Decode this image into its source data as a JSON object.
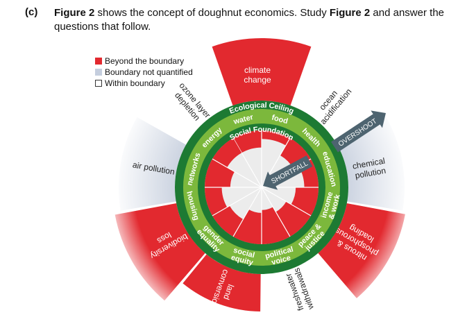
{
  "question": {
    "number": "(c)",
    "part1_bold": "Figure 2",
    "part2": " shows the concept of doughnut economics.  Study ",
    "part3_bold": "Figure 2",
    "part4": " and answer the questions that follow."
  },
  "legend": [
    {
      "label": "Beyond the boundary",
      "color": "#e2292f",
      "border": "#e2292f"
    },
    {
      "label": "Boundary not quantified",
      "color": "#c5cede",
      "border": "#c5cede"
    },
    {
      "label": "Within boundary",
      "color": "#ffffff",
      "border": "#333333"
    }
  ],
  "diagram": {
    "ecological_ceiling_label": "Ecological Ceiling",
    "social_foundation_label": "Social Foundation",
    "overshoot_label": "OVERSHOOT",
    "shortfall_label": "SHORTFALL",
    "colors": {
      "red": "#e2292f",
      "grey": "#c9d1df",
      "dark_green": "#1d7a33",
      "light_green": "#7cb83c",
      "arrow": "#4e6470",
      "inner": "#ececec"
    },
    "planetary_boundaries": [
      {
        "lines": [
          "climate",
          "change"
        ],
        "status": "beyond",
        "overshoot": 1.0
      },
      {
        "lines": [
          "ocean",
          "acidification"
        ],
        "status": "within",
        "overshoot": 0
      },
      {
        "lines": [
          "chemical",
          "pollution"
        ],
        "status": "not_quantified",
        "overshoot": 0.9
      },
      {
        "lines": [
          "nitrous &",
          "phosphorous",
          "loading"
        ],
        "status": "beyond",
        "overshoot": 0.95
      },
      {
        "lines": [
          "freshwater",
          "withdrawals"
        ],
        "status": "within",
        "overshoot": 0
      },
      {
        "lines": [
          "land",
          "conversion"
        ],
        "status": "beyond",
        "overshoot": 0.6
      },
      {
        "lines": [
          "biodiversity",
          "loss"
        ],
        "status": "beyond",
        "overshoot": 1.0
      },
      {
        "lines": [
          "air pollution"
        ],
        "status": "not_quantified",
        "overshoot": 0.9
      },
      {
        "lines": [
          "ozone layer",
          "depletion"
        ],
        "status": "within",
        "overshoot": 0
      }
    ],
    "social_foundation": [
      {
        "lines": [
          "water"
        ],
        "shortfall": 0.3
      },
      {
        "lines": [
          "food"
        ],
        "shortfall": 0.15
      },
      {
        "lines": [
          "health"
        ],
        "shortfall": 0.35
      },
      {
        "lines": [
          "education"
        ],
        "shortfall": 0.25
      },
      {
        "lines": [
          "income",
          "& work"
        ],
        "shortfall": 0.4
      },
      {
        "lines": [
          "peace &",
          "justice"
        ],
        "shortfall": 0.5
      },
      {
        "lines": [
          "political",
          "voice"
        ],
        "shortfall": 0.6
      },
      {
        "lines": [
          "social",
          "equity"
        ],
        "shortfall": 0.55
      },
      {
        "lines": [
          "gender",
          "equality"
        ],
        "shortfall": 0.35
      },
      {
        "lines": [
          "housing"
        ],
        "shortfall": 0.3
      },
      {
        "lines": [
          "networks"
        ],
        "shortfall": 0.45
      },
      {
        "lines": [
          "energy"
        ],
        "shortfall": 0.3
      }
    ]
  }
}
